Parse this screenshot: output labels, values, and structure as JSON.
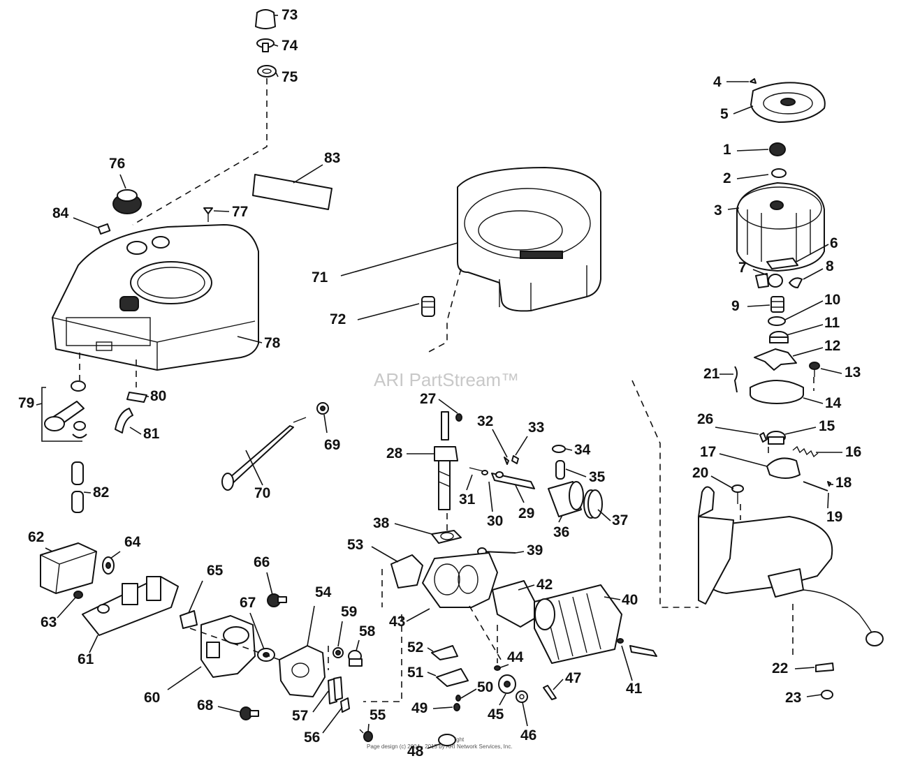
{
  "watermark": "ARI PartStream™",
  "copyright_line1": "Copyright",
  "copyright_line2": "Page design (c) 2004 - 2015 by ARI Network Services, Inc.",
  "callouts": [
    {
      "n": "1"
    },
    {
      "n": "2"
    },
    {
      "n": "3"
    },
    {
      "n": "4"
    },
    {
      "n": "5"
    },
    {
      "n": "6"
    },
    {
      "n": "7"
    },
    {
      "n": "8"
    },
    {
      "n": "9"
    },
    {
      "n": "10"
    },
    {
      "n": "11"
    },
    {
      "n": "12"
    },
    {
      "n": "13"
    },
    {
      "n": "14"
    },
    {
      "n": "15"
    },
    {
      "n": "16"
    },
    {
      "n": "17"
    },
    {
      "n": "18"
    },
    {
      "n": "19"
    },
    {
      "n": "20"
    },
    {
      "n": "21"
    },
    {
      "n": "22"
    },
    {
      "n": "23"
    },
    {
      "n": "26"
    },
    {
      "n": "27"
    },
    {
      "n": "28"
    },
    {
      "n": "29"
    },
    {
      "n": "30"
    },
    {
      "n": "31"
    },
    {
      "n": "32"
    },
    {
      "n": "33"
    },
    {
      "n": "34"
    },
    {
      "n": "35"
    },
    {
      "n": "36"
    },
    {
      "n": "37"
    },
    {
      "n": "38"
    },
    {
      "n": "39"
    },
    {
      "n": "40"
    },
    {
      "n": "41"
    },
    {
      "n": "42"
    },
    {
      "n": "43"
    },
    {
      "n": "44"
    },
    {
      "n": "45"
    },
    {
      "n": "46"
    },
    {
      "n": "47"
    },
    {
      "n": "48"
    },
    {
      "n": "49"
    },
    {
      "n": "50"
    },
    {
      "n": "51"
    },
    {
      "n": "52"
    },
    {
      "n": "53"
    },
    {
      "n": "54"
    },
    {
      "n": "55"
    },
    {
      "n": "56"
    },
    {
      "n": "57"
    },
    {
      "n": "58"
    },
    {
      "n": "59"
    },
    {
      "n": "60"
    },
    {
      "n": "61"
    },
    {
      "n": "62"
    },
    {
      "n": "63"
    },
    {
      "n": "64"
    },
    {
      "n": "65"
    },
    {
      "n": "66"
    },
    {
      "n": "67"
    },
    {
      "n": "68"
    },
    {
      "n": "69"
    },
    {
      "n": "70"
    },
    {
      "n": "71"
    },
    {
      "n": "72"
    },
    {
      "n": "73"
    },
    {
      "n": "74"
    },
    {
      "n": "75"
    },
    {
      "n": "76"
    },
    {
      "n": "77"
    },
    {
      "n": "78"
    },
    {
      "n": "79"
    },
    {
      "n": "80"
    },
    {
      "n": "81"
    },
    {
      "n": "82"
    },
    {
      "n": "83"
    },
    {
      "n": "84"
    }
  ]
}
